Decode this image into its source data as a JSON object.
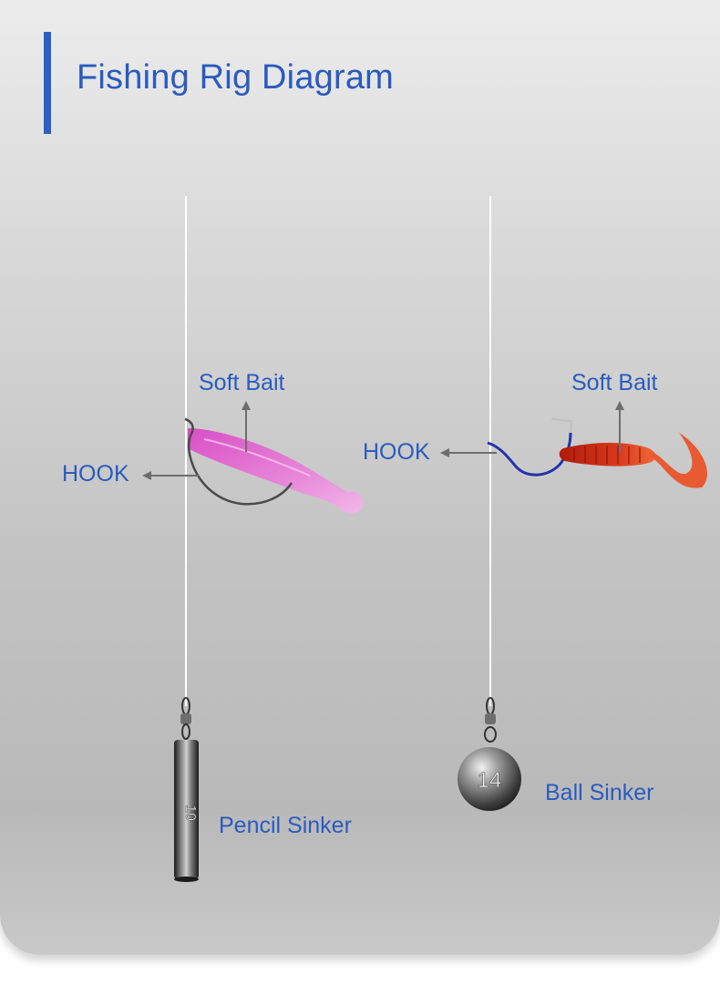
{
  "title": "Fishing Rig Diagram",
  "left_rig": {
    "bait_label": "Soft Bait",
    "hook_label": "HOOK",
    "sinker_label": "Pencil Sinker",
    "sinker_weight": "10"
  },
  "right_rig": {
    "bait_label": "Soft Bait",
    "hook_label": "HOOK",
    "sinker_label": "Ball Sinker",
    "sinker_weight": "14"
  },
  "colors": {
    "title": "#2a5bbf",
    "accent_bar": "#2b5fc6",
    "left_bait": "#e070d0",
    "right_bait": "#d63a1e",
    "right_hook": "#2233aa",
    "arrow": "#6d6d6d"
  }
}
